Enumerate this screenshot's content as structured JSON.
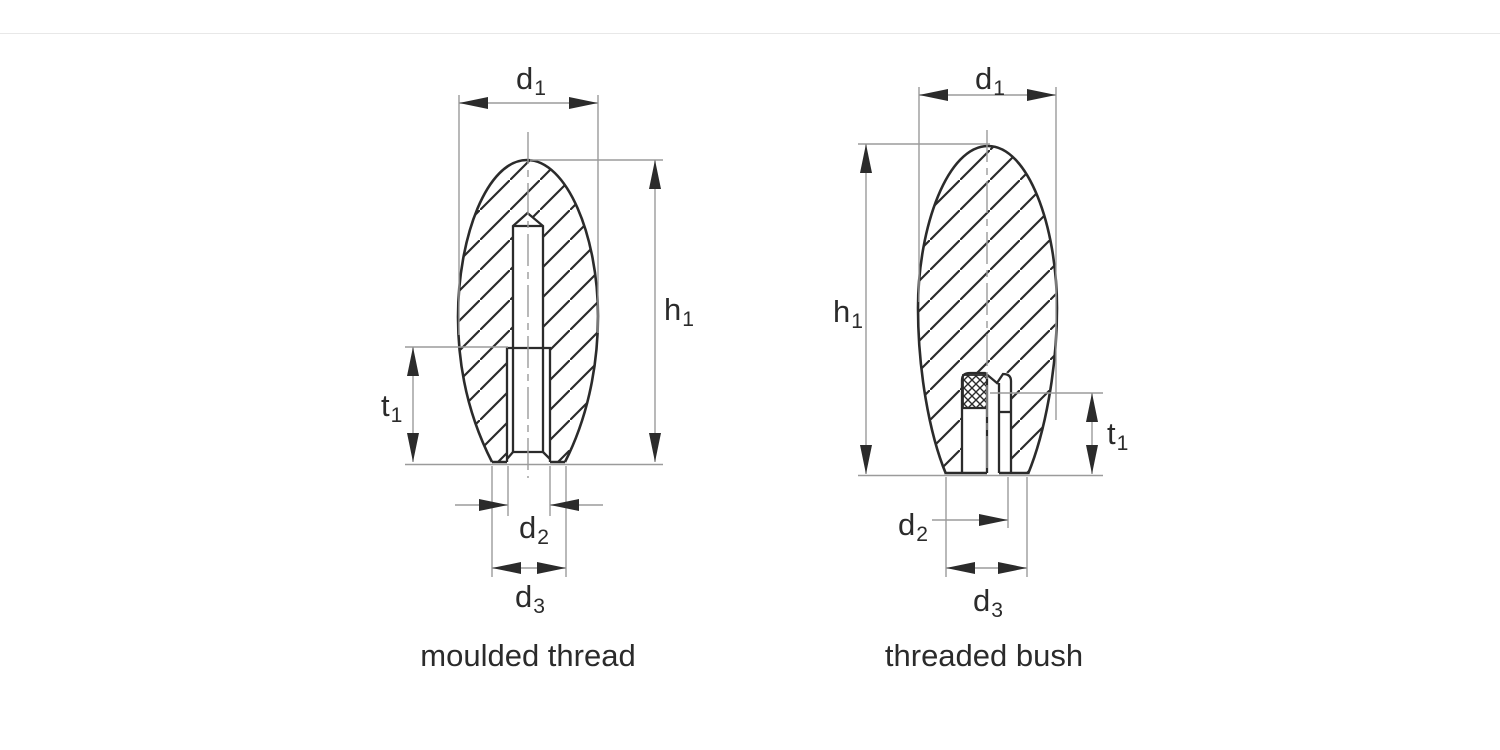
{
  "page": {
    "background": "#ffffff",
    "divider_color": "#e8e8e8"
  },
  "drawing": {
    "colors": {
      "object_line": "#2b2b2b",
      "dimension_line": "#9b9b9b",
      "label_text": "#2b2b2b"
    },
    "labels": {
      "d1": {
        "base": "d",
        "sub": "1"
      },
      "h1": {
        "base": "h",
        "sub": "1"
      },
      "t1": {
        "base": "t",
        "sub": "1"
      },
      "d2": {
        "base": "d",
        "sub": "2"
      },
      "d3": {
        "base": "d",
        "sub": "3"
      }
    },
    "figures": [
      {
        "caption": "moulded thread"
      },
      {
        "caption": "threaded bush"
      }
    ]
  }
}
